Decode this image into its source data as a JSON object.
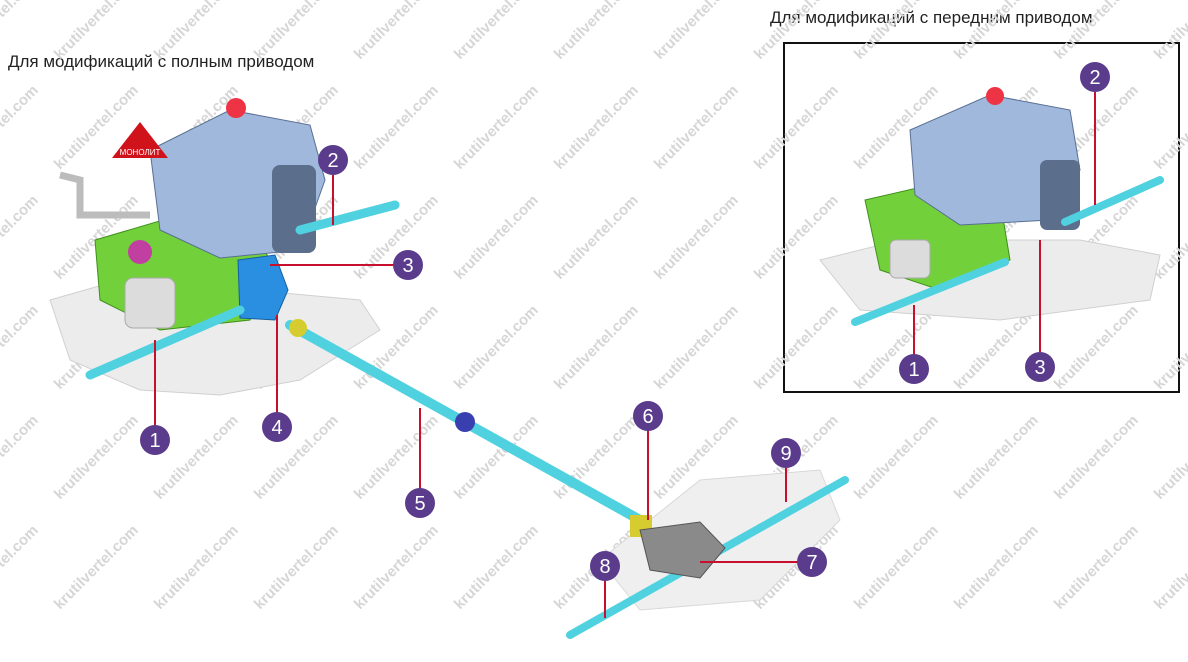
{
  "titles": {
    "awd": "Для модификаций с полным приводом",
    "fwd": "Для модификаций с передним приводом"
  },
  "watermark": "krutilvertel.com",
  "logo_text": "МОНОЛИТ",
  "colors": {
    "badge": "#5a3b8c",
    "leader": "#c8102e",
    "shaft": "#4fd1e0",
    "transmission": "#66cc33",
    "engine": "#8ab0d8",
    "subframe": "#e6e6e6"
  },
  "callouts_awd": [
    "1",
    "2",
    "3",
    "4",
    "5",
    "6",
    "7",
    "8",
    "9"
  ],
  "callouts_fwd": [
    "1",
    "2",
    "3"
  ]
}
